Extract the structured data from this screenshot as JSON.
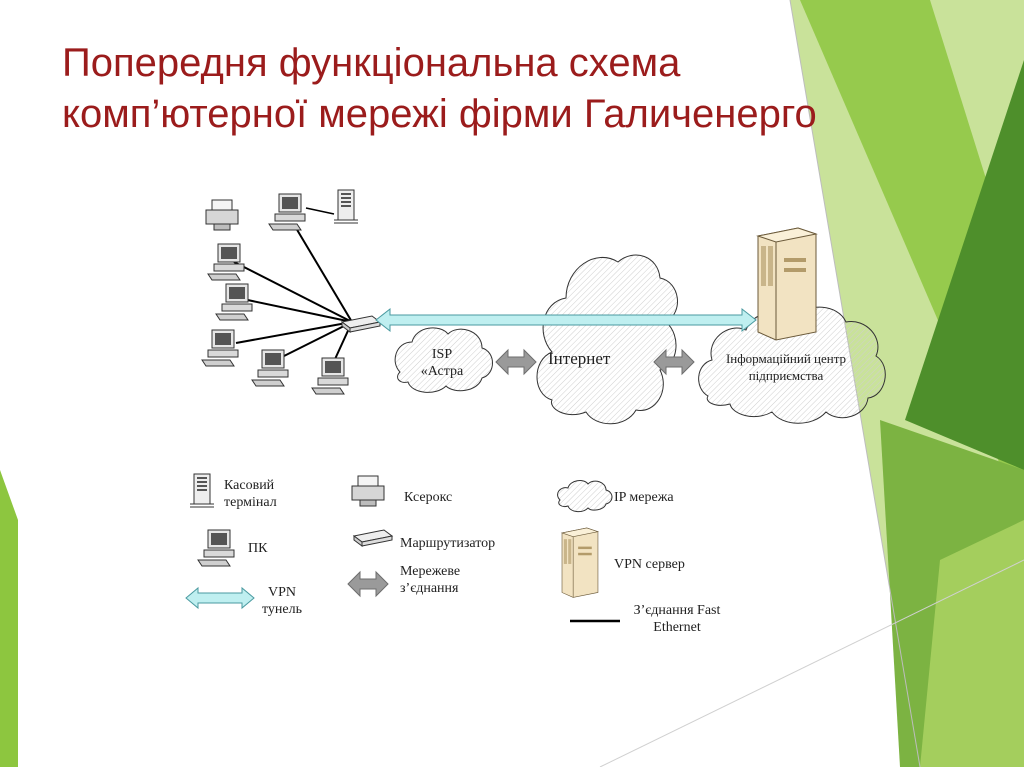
{
  "title": {
    "line1": "Попередня функціональна схема",
    "line2": "комп’ютерної мережі фірми Галиченерго"
  },
  "colors": {
    "title": "#9b1c1c",
    "accent_green": "#8dc63f",
    "dark_green": "#4e8f2b",
    "vpn_tunnel": "#bfeff0",
    "network_arrow": "#9a9a9a"
  },
  "diagram": {
    "isp": {
      "line1": "ISP",
      "line2": "«Астра"
    },
    "internet": "Інтернет",
    "datacenter": {
      "line1": "Інформаційний центр",
      "line2": "підприємства"
    }
  },
  "legend": {
    "cash_terminal": {
      "line1": "Касовий",
      "line2": "термінал"
    },
    "pc": "ПК",
    "vpn_tunnel": {
      "line1": "VPN",
      "line2": "тунель"
    },
    "xerox": "Ксерокс",
    "router": "Маршрутизатор",
    "network_link": {
      "line1": "Мережеве",
      "line2": "з’єднання"
    },
    "ip_network": "IP мережа",
    "vpn_server": "VPN сервер",
    "fast_ethernet": {
      "line1": "З’єднання Fast",
      "line2": "Ethernet"
    }
  }
}
